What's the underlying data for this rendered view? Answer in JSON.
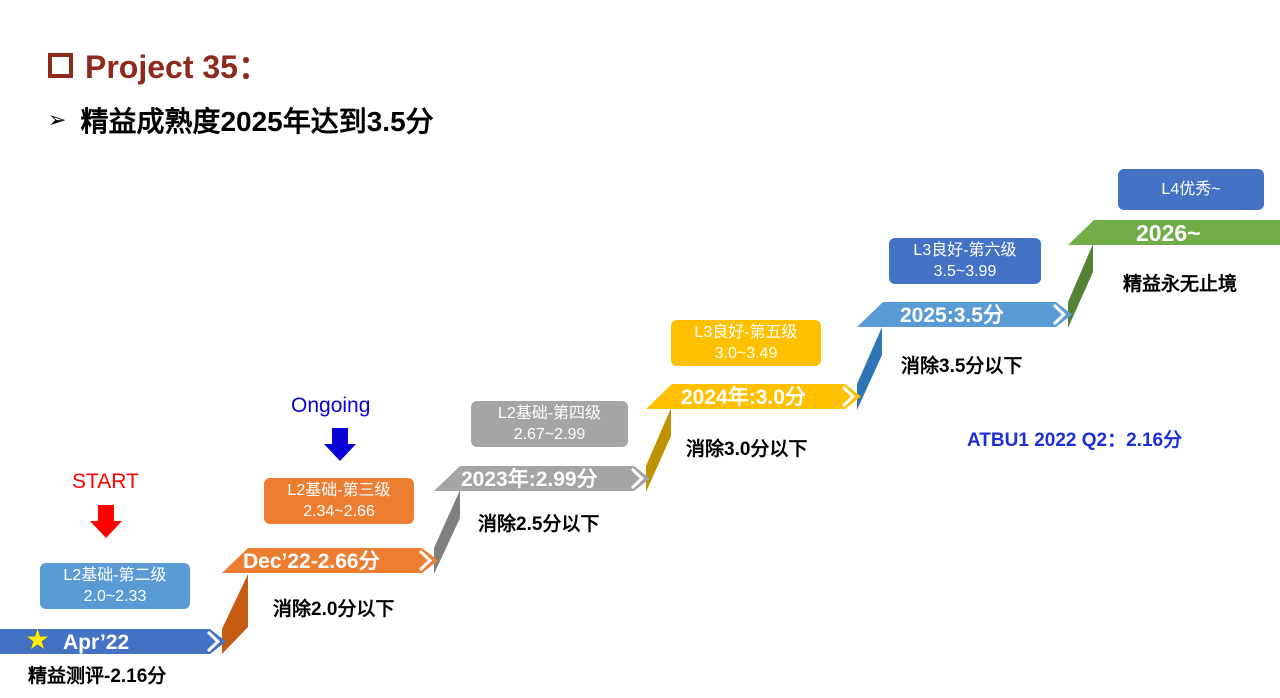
{
  "header": {
    "title": "Project 35：",
    "subtitle_bullet": "➢",
    "subtitle": "精益成熟度2025年达到3.5分"
  },
  "steps": [
    {
      "label": "Apr’22",
      "note": "精益测评-2.16分",
      "color": "#4472c4"
    },
    {
      "label": "Dec’22-2.66分",
      "note": "消除2.0分以下",
      "color": "#ed7d31"
    },
    {
      "label": "2023年:2.99分",
      "note": "消除2.5分以下",
      "color": "#a5a5a5"
    },
    {
      "label": "2024年:3.0分",
      "note": "消除3.0分以下",
      "color": "#ffc000"
    },
    {
      "label": "2025:3.5分",
      "note": "消除3.5分以下",
      "color": "#5b9bd5"
    },
    {
      "label": "2026~",
      "note": "精益永无止境",
      "color": "#70ad47"
    }
  ],
  "levels": [
    {
      "line1": "L2基础-第二级",
      "line2": "2.0~2.33",
      "color": "#5b9bd5"
    },
    {
      "line1": "L2基础-第三级",
      "line2": "2.34~2.66",
      "color": "#ed7d31"
    },
    {
      "line1": "L2基础-第四级",
      "line2": "2.67~2.99",
      "color": "#a5a5a5"
    },
    {
      "line1": "L3良好-第五级",
      "line2": "3.0~3.49",
      "color": "#ffc000"
    },
    {
      "line1": "L3良好-第六级",
      "line2": "3.5~3.99",
      "color": "#4472c4"
    },
    {
      "line1": "L4优秀~",
      "line2": "",
      "color": "#4472c4"
    }
  ],
  "markers": {
    "start": "START",
    "ongoing": "Ongoing",
    "start_arrow_color": "#ff0000",
    "ongoing_arrow_color": "#0b00d6"
  },
  "atbu_note": "ATBU1  2022 Q2：2.16分",
  "icons": {
    "star": "star-icon",
    "start_arrow": "down-arrow-icon",
    "ongoing_arrow": "down-arrow-icon"
  }
}
